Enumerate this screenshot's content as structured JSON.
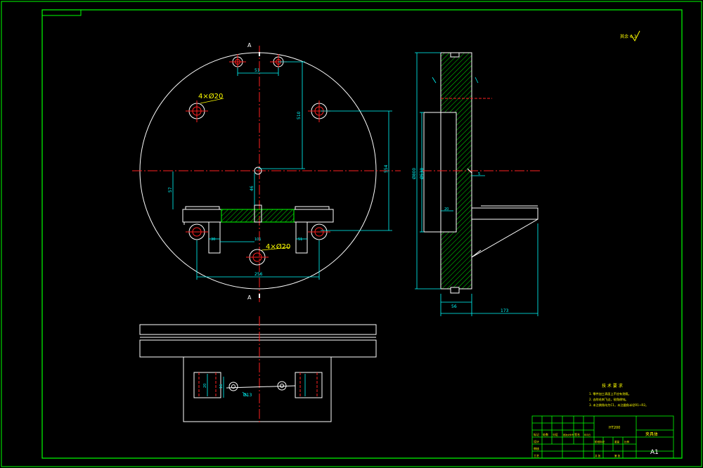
{
  "colors": {
    "background": "#000000",
    "frame": "#00ff00",
    "outline": "#ffffff",
    "centerline": "#ff2020",
    "dimension": "#00ffff",
    "hatch": "#00ff00",
    "annotation": "#ffff00",
    "hidden_line": "#ff2020"
  },
  "annotations": {
    "section_mark_top": "A",
    "section_mark_bottom": "A",
    "hole_callout_top": "4×Ø20",
    "hole_callout_bottom": "4×Ø20",
    "surface_finish": "其余 6.3",
    "small_hole": "Ø13"
  },
  "dimensions": {
    "top_spacing": "51",
    "right_vertical": "510",
    "overall_vertical": "554",
    "left_vertical": "57",
    "small_vertical": "46",
    "hole_left_offset": "30",
    "center_offset": "101",
    "hole_right_offset": "51",
    "bottom_span": "256",
    "side_overall_height": "Ø800",
    "side_inner_height": "Ø538",
    "side_step": "20",
    "side_small": "5",
    "side_thickness": "56",
    "side_total_width": "173",
    "plan_dim_a": "20",
    "plan_dim_b": "16"
  },
  "tech_requirements": {
    "title": "技 术 要 求",
    "items": [
      "1. 零件加工表面上不应有划痕。",
      "2. 去除毛刺飞边，锐角倒钝。",
      "3. 未注倒角均为C1，未注圆角半径R1~R2。"
    ]
  },
  "title_block": {
    "material": "HT200",
    "part_name": "夹具体",
    "sheet_size": "A1",
    "row_labels": [
      "标记",
      "设计",
      "审核",
      "工艺"
    ],
    "col_labels": [
      "处数",
      "分区",
      "更改文件号",
      "签名",
      "年月日"
    ],
    "stage_labels": [
      "阶段标记",
      "重量",
      "比例"
    ],
    "sheet_labels": [
      "共 张",
      "第 张"
    ]
  }
}
